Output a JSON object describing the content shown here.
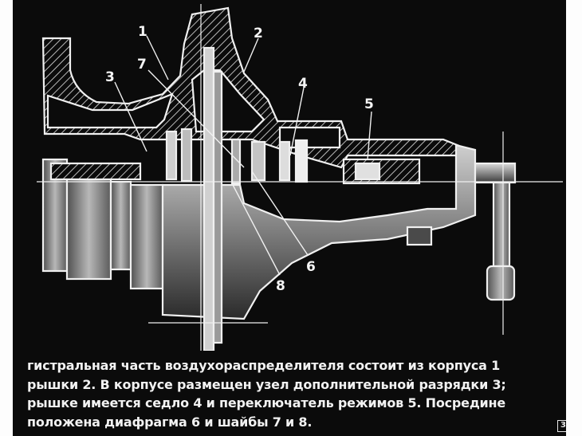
{
  "diagram": {
    "callouts": [
      {
        "id": "1",
        "text": "1"
      },
      {
        "id": "2",
        "text": "2"
      },
      {
        "id": "3",
        "text": "3"
      },
      {
        "id": "4",
        "text": "4"
      },
      {
        "id": "5",
        "text": "5"
      },
      {
        "id": "6",
        "text": "6"
      },
      {
        "id": "7",
        "text": "7"
      },
      {
        "id": "8",
        "text": "8"
      }
    ]
  },
  "caption": {
    "lines": [
      "гистральная  часть  воздухораспределителя  состоит  из  корпуса  1",
      "рышки 2. В корпусе размещен узел дополнительной разрядки 3;",
      "рышке имеется седло 4 и переключатель режимов 5. Посредине",
      "положена  диафрагма  6  и  шайбы  7  и  8."
    ]
  },
  "slide_number": "3",
  "colors": {
    "background": "#0b0b0b",
    "line": "#f0f0f0",
    "text": "#f2f2f2"
  }
}
